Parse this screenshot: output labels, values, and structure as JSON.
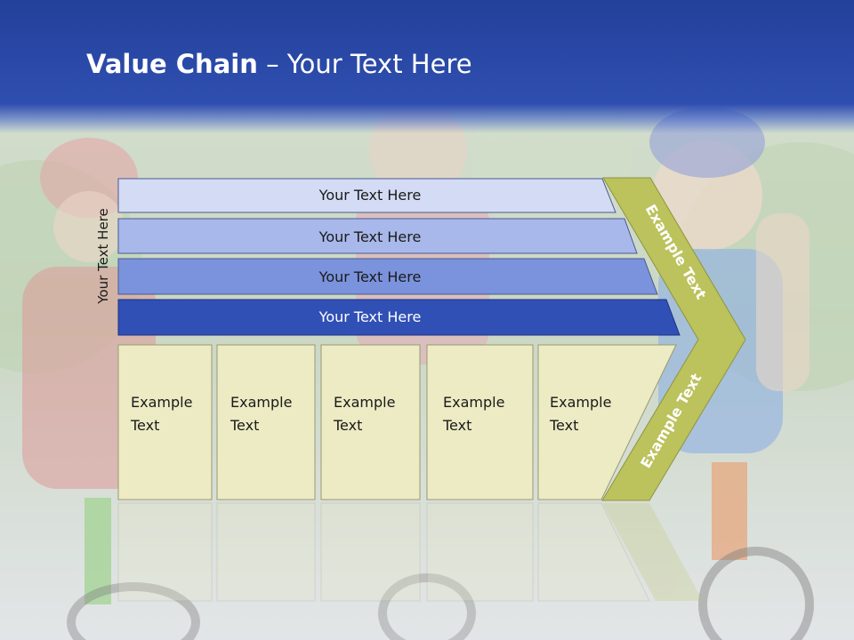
{
  "slide": {
    "title_bold": "Value Chain",
    "title_rest": " – Your Text Here",
    "side_label": "Your Text Here"
  },
  "rows": [
    {
      "label": "Your Text Here",
      "color": "#d3dcf4"
    },
    {
      "label": "Your Text Here",
      "color": "#a8b8ea"
    },
    {
      "label": "Your Text Here",
      "color": "#7b93dd"
    },
    {
      "label": "Your Text Here",
      "color": "#3050b6"
    }
  ],
  "boxes": [
    {
      "line1": "Example",
      "line2": "Text"
    },
    {
      "line1": "Example",
      "line2": "Text"
    },
    {
      "line1": "Example",
      "line2": "Text"
    },
    {
      "line1": "Example",
      "line2": "Text"
    },
    {
      "line1": "Example",
      "line2": "Text"
    }
  ],
  "chevron": {
    "upper_text": "Example Text",
    "lower_text": "Example Text",
    "color": "#bcc25c"
  },
  "box_color": "#ecebc4"
}
